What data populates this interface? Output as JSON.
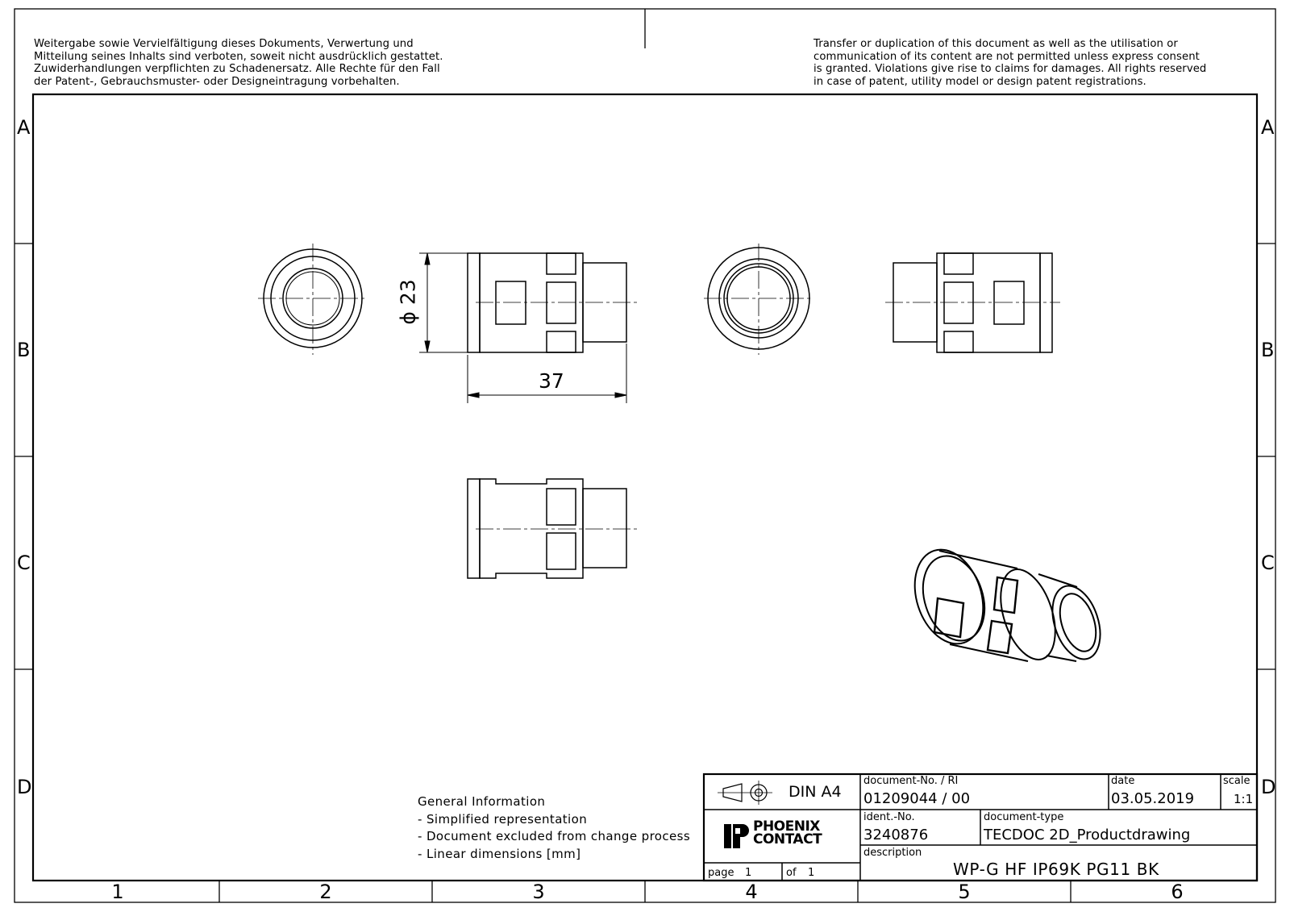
{
  "notice": {
    "de_lines": [
      "Weitergabe sowie Vervielfältigung dieses Dokuments, Verwertung und",
      "Mitteilung seines Inhalts sind verboten, soweit nicht ausdrücklich gestattet.",
      "Zuwiderhandlungen verpflichten zu Schadenersatz. Alle Rechte für den Fall",
      "der Patent-, Gebrauchsmuster- oder Designeintragung vorbehalten."
    ],
    "en_lines": [
      "Transfer or duplication of this document as well as the utilisation or",
      "communication of its content are not permitted unless express consent",
      "is granted. Violations give rise to claims for damages. All rights reserved",
      "in case of patent, utility model or design patent registrations."
    ]
  },
  "zones": {
    "rows": [
      "A",
      "B",
      "C",
      "D"
    ],
    "cols": [
      "1",
      "2",
      "3",
      "4",
      "5",
      "6"
    ]
  },
  "dimensions": {
    "diameter": "ϕ 23",
    "length": "37"
  },
  "general_info": {
    "title": "General Information",
    "items": [
      "- Simplified representation",
      "- Document excluded from change process",
      "- Linear dimensions [mm]"
    ]
  },
  "title_block": {
    "format": "DIN A4",
    "doc_no_label": "document-No. / RI",
    "doc_no": "01209044 / 00",
    "date_label": "date",
    "date": "03.05.2019",
    "scale_label": "scale",
    "scale": "1:1",
    "ident_label": "ident.-No.",
    "ident": "3240876",
    "doctype_label": "document-type",
    "doctype": "TECDOC 2D_Productdrawing",
    "description_label": "description",
    "description": "WP-G HF IP69K PG11 BK",
    "page_label": "page",
    "page": "1",
    "of_label": "of",
    "of": "1",
    "logo_line1": "PHOENIX",
    "logo_line2": "CONTACT"
  }
}
